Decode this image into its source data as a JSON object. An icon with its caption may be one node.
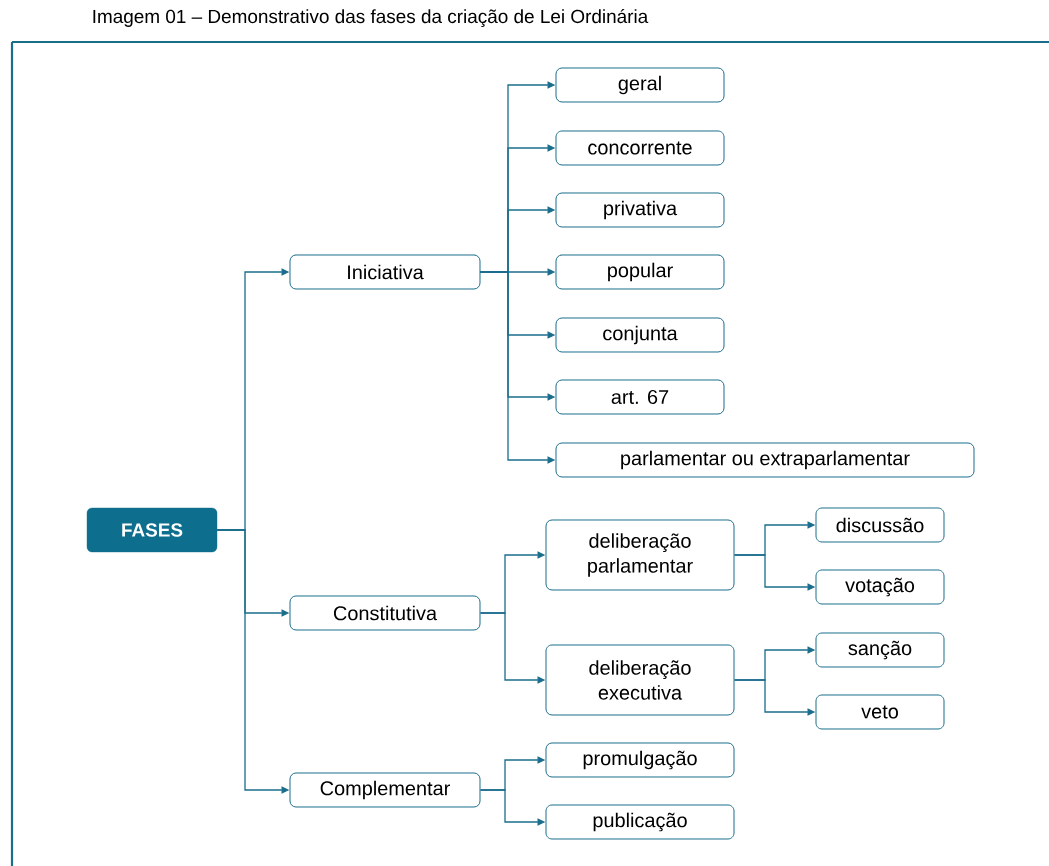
{
  "diagram": {
    "title": "Imagem 01 – Demonstrativo das fases da criação de Lei Ordinária",
    "nodes": [
      {
        "text": [
          "FASES"
        ]
      },
      {
        "text": [
          "Iniciativa"
        ]
      },
      {
        "text": [
          "geral"
        ]
      },
      {
        "text": [
          "concorrente"
        ]
      },
      {
        "text": [
          "privativa"
        ]
      },
      {
        "text": [
          "popular"
        ]
      },
      {
        "text": [
          "conjunta"
        ]
      },
      {
        "text": [
          "art. 67"
        ]
      },
      {
        "text": [
          "parlamentar ou extraparlamentar"
        ]
      },
      {
        "text": [
          "Constitutiva"
        ]
      },
      {
        "text": [
          "deliberação parlamentar"
        ]
      },
      {
        "text": [
          "discussão"
        ]
      },
      {
        "text": [
          "votação"
        ]
      },
      {
        "text": [
          "deliberação executiva"
        ]
      },
      {
        "text": [
          "sanção"
        ]
      },
      {
        "text": [
          "veto"
        ]
      },
      {
        "text": [
          "Complementar"
        ]
      },
      {
        "text": [
          "promulgação"
        ]
      },
      {
        "text": [
          "publicação"
        ]
      }
    ],
    "edges": [
      {
        "from": 0,
        "to": 1,
        "arrow": "to"
      },
      {
        "from": 0,
        "to": 9,
        "arrow": "to"
      },
      {
        "from": 0,
        "to": 16,
        "arrow": "to"
      },
      {
        "from": 1,
        "to": 2,
        "arrow": "to"
      },
      {
        "from": 1,
        "to": 3,
        "arrow": "to"
      },
      {
        "from": 1,
        "to": 4,
        "arrow": "to"
      },
      {
        "from": 1,
        "to": 5,
        "arrow": "to"
      },
      {
        "from": 1,
        "to": 6,
        "arrow": "to"
      },
      {
        "from": 1,
        "to": 7,
        "arrow": "to"
      },
      {
        "from": 1,
        "to": 8,
        "arrow": "to"
      },
      {
        "from": 9,
        "to": 10,
        "arrow": "to"
      },
      {
        "from": 9,
        "to": 13,
        "arrow": "to"
      },
      {
        "from": 10,
        "to": 11,
        "arrow": "to"
      },
      {
        "from": 10,
        "to": 12,
        "arrow": "to"
      },
      {
        "from": 13,
        "to": 14,
        "arrow": "to"
      },
      {
        "from": 13,
        "to": 15,
        "arrow": "to"
      },
      {
        "from": 16,
        "to": 17,
        "arrow": "to"
      },
      {
        "from": 16,
        "to": 18,
        "arrow": "to"
      }
    ]
  }
}
